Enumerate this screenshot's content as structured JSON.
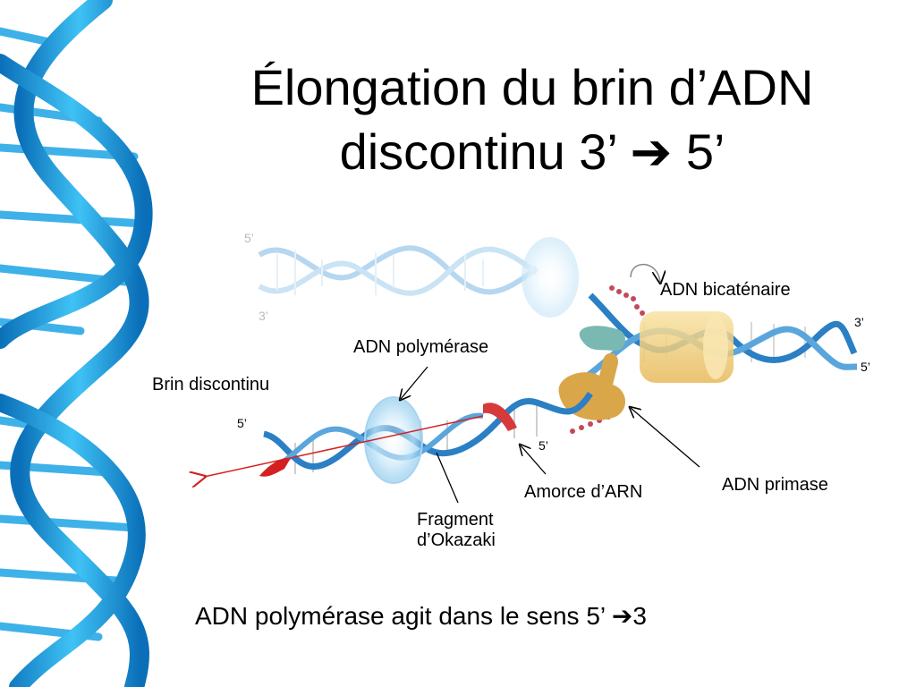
{
  "slide": {
    "title_line1": "Élongation du brin d’ADN",
    "title_line2": "discontinu 3’ ➔ 5’",
    "footer": "ADN polymérase agit dans le sens 5’ ➔3"
  },
  "labels": {
    "adn_bicatenaire": "ADN bicaténaire",
    "adn_polymerase": "ADN polymérase",
    "brin_discontinu": "Brin discontinu",
    "amorce_arn": "Amorce d’ARN",
    "adn_primase": "ADN primase",
    "fragment_line1": "Fragment",
    "fragment_line2": "d’Okazaki"
  },
  "ends": {
    "top_left_5": "5’",
    "top_left_3": "3’",
    "right_3": "3’",
    "right_5": "5’",
    "lagging_5": "5’",
    "primer_5": "5’"
  },
  "colors": {
    "dna_blue": "#2b7fc4",
    "dna_light": "#9fd0f2",
    "helix_bg": "#1ba3e0",
    "primer_red": "#d63a3a",
    "primase_gold": "#d9a64a",
    "clamp_yellow": "#f2d27a",
    "faded_text": "#b9b9b9"
  }
}
